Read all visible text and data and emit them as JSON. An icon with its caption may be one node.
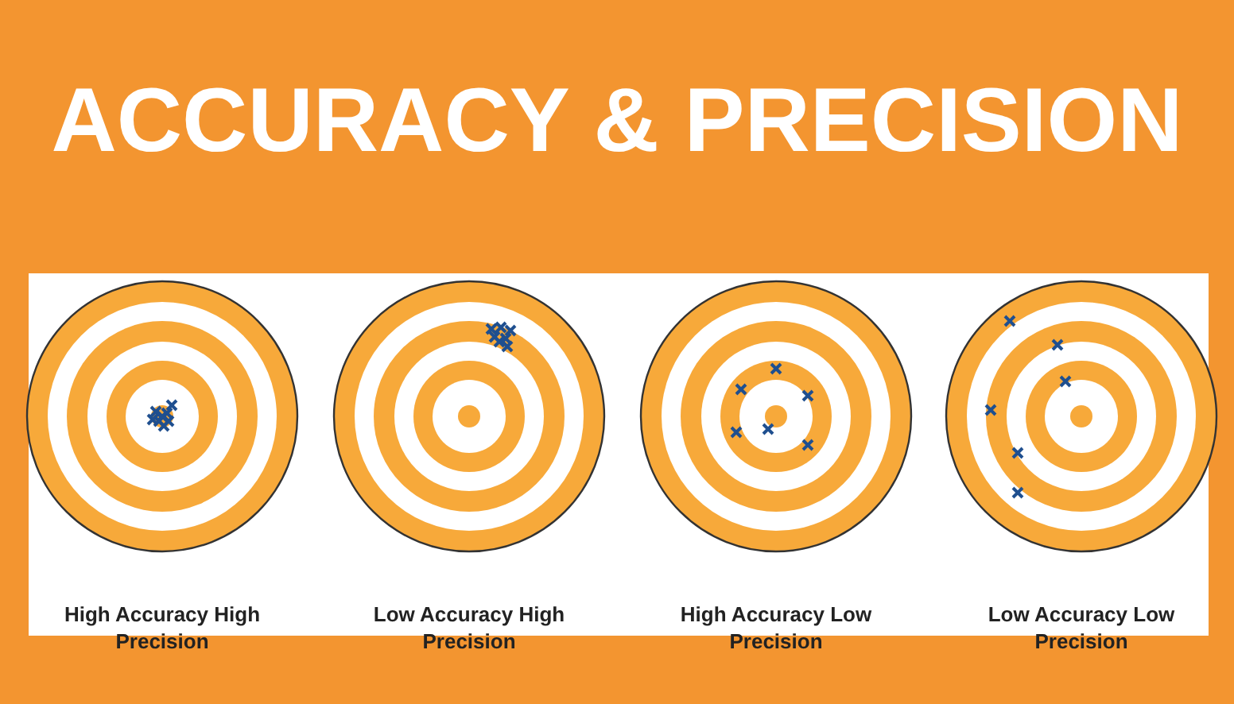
{
  "diagram": {
    "title": "ACCURACY & PRECISION",
    "labels": [
      "High Accuracy High Precision",
      "Low Accuracy High Precision",
      "High Accuracy Low Precision",
      "Low Accuracy Low Precision"
    ]
  }
}
